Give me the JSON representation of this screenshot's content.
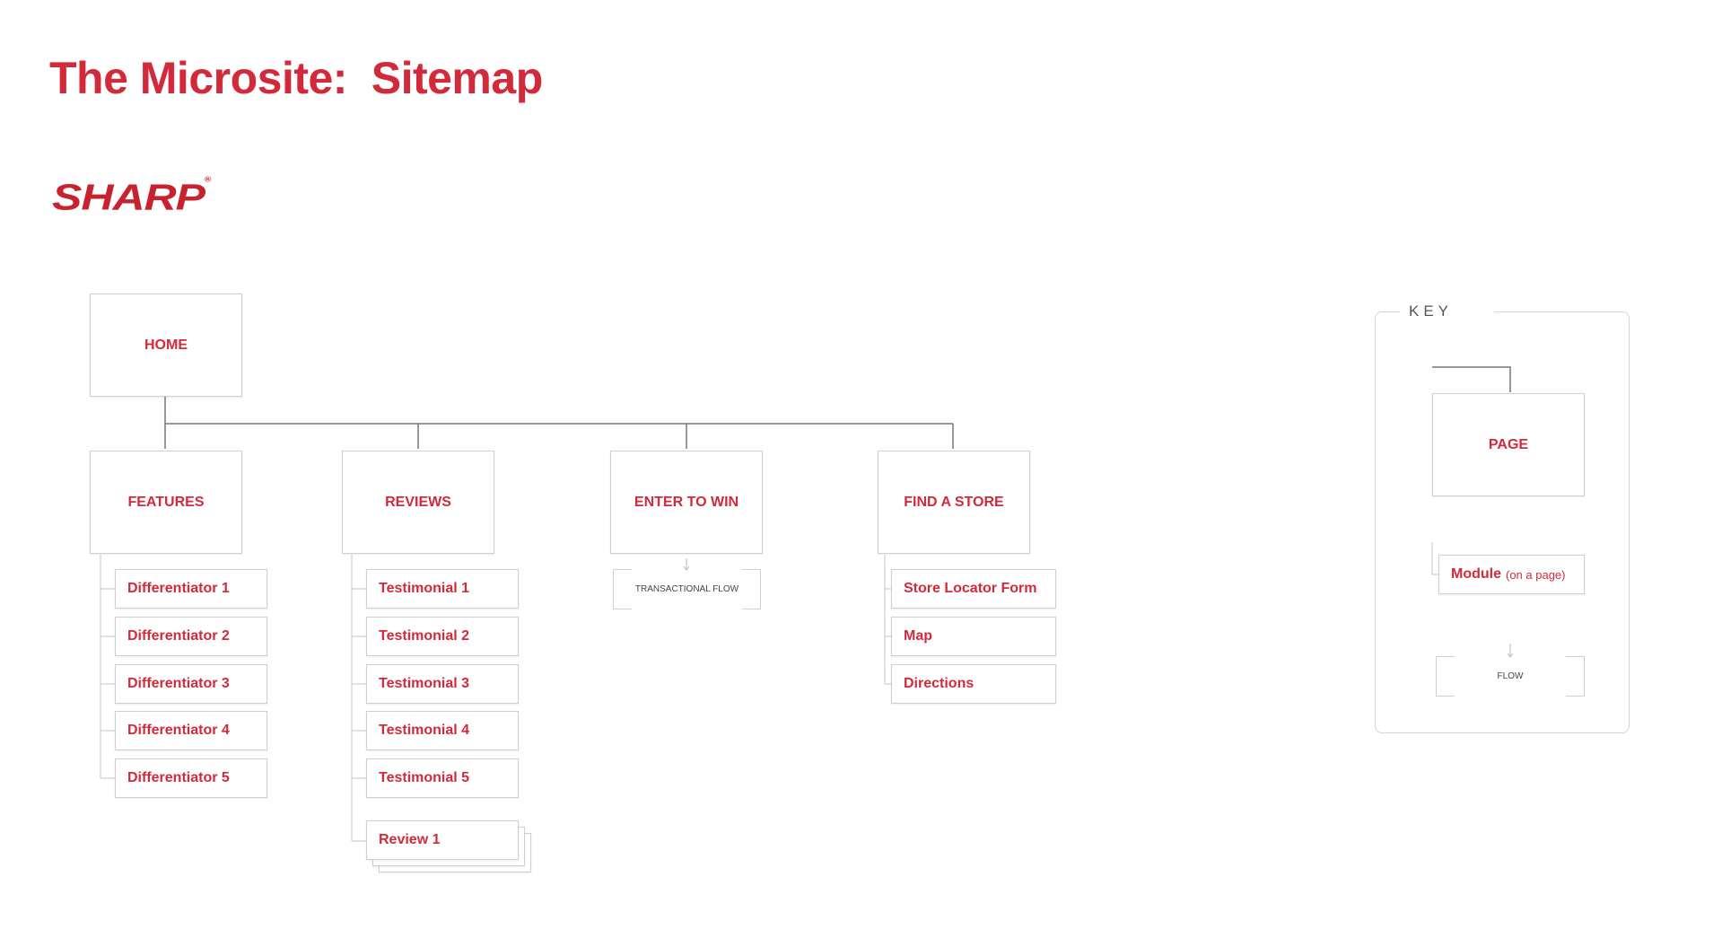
{
  "title": "The Microsite:  Sitemap",
  "logo": {
    "text": "SHARP",
    "mark": "®"
  },
  "home": {
    "label": "HOME"
  },
  "sections": [
    {
      "label": "FEATURES",
      "modules": [
        "Differentiator 1",
        "Differentiator 2",
        "Differentiator 3",
        "Differentiator 4",
        "Differentiator 5"
      ]
    },
    {
      "label": "REVIEWS",
      "modules": [
        "Testimonial 1",
        "Testimonial 2",
        "Testimonial 3",
        "Testimonial 4",
        "Testimonial 5"
      ],
      "stacked_module": "Review 1"
    },
    {
      "label": "ENTER TO WIN",
      "flow": "TRANSACTIONAL FLOW"
    },
    {
      "label": "FIND A STORE",
      "modules": [
        "Store Locator Form",
        "Map",
        "Directions"
      ]
    }
  ],
  "key": {
    "label": "KEY",
    "page": "PAGE",
    "module": "Module",
    "module_note": "(on a page)",
    "flow": "FLOW"
  },
  "colors": {
    "accent": "#d22a3b",
    "border": "#cfcfcf",
    "line": "#777777"
  }
}
